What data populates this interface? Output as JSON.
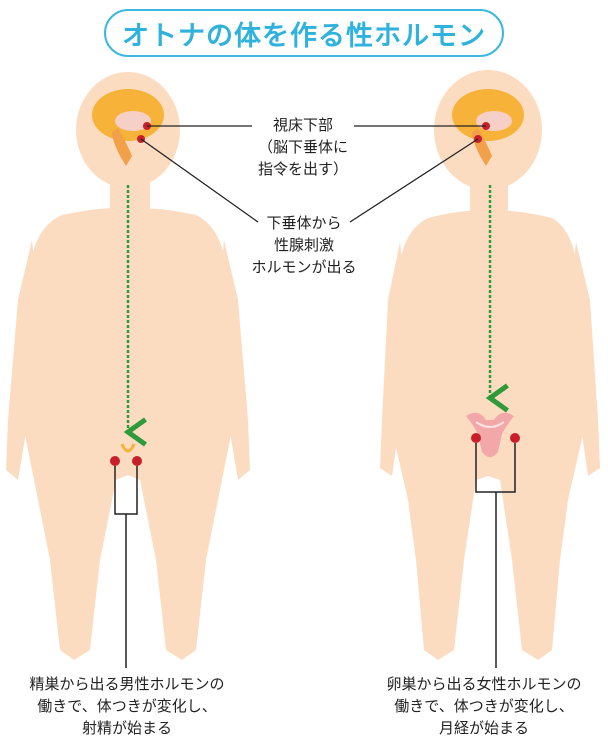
{
  "title": "オトナの体を作る性ホルモン",
  "labels": {
    "hypothalamus": "視床下部\n（脳下垂体に\n指令を出す）",
    "pituitary": "下垂体から\n性腺刺激\nホルモンが出る",
    "male_caption": "精巣から出る男性ホルモンの\n働きで、体つきが変化し、\n射精が始まる",
    "female_caption": "卵巣から出る女性ホルモンの\n働きで、体つきが変化し、\n月経が始まる"
  },
  "colors": {
    "skin": "#fbdcc0",
    "brain": "#f7b23a",
    "brain_inner": "#f6cfc6",
    "pituitary": "#f2a04a",
    "point": "#c8202a",
    "arrow": "#2f9a3a",
    "uterus": "#f2a8a8",
    "title_border": "#3db8dd"
  }
}
